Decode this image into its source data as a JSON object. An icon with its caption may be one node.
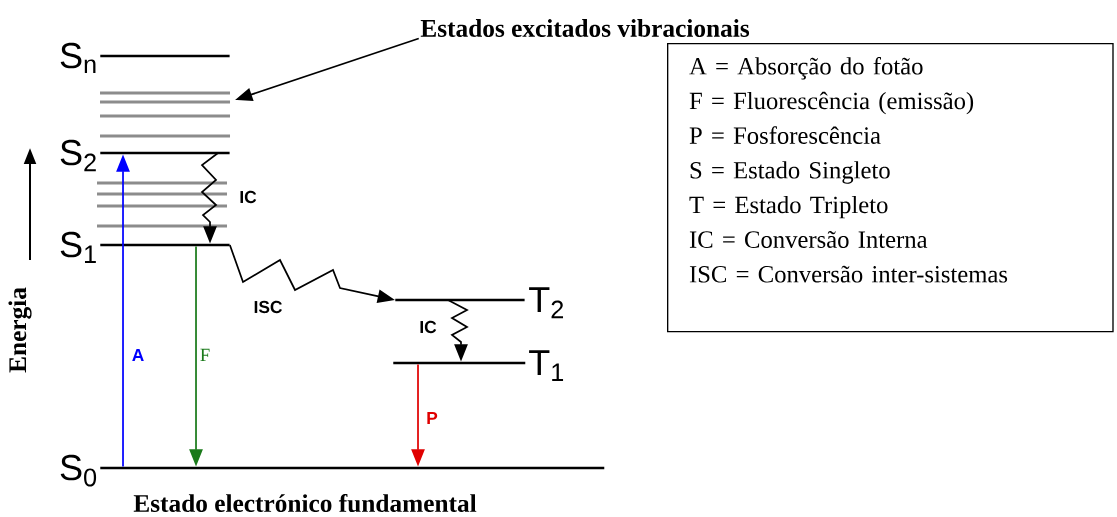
{
  "diagram": {
    "nodes": [
      {
        "text": [
          "S$_{n}$"
        ]
      },
      {
        "text": [
          "S$_{2}$"
        ]
      },
      {
        "text": [
          "S$_{1}$"
        ]
      },
      {
        "text": [
          "T$_{2}$"
        ]
      },
      {
        "text": [
          "T$_{1}$"
        ]
      },
      {
        "text": [
          "S$_{0}$"
        ],
        "beside": [
          "Estado electrónico fundamental"
        ]
      },
      {
        "text": [
          "Estados excitados vibracionais"
        ]
      },
      {
        "text": [
          "A = Absorção do fotão",
          "F = Fluorescência (emissão)",
          "P = Fosforescência",
          "S = Estado Singleto",
          "T = Estado Tripleto",
          "IC = Conversão Interna",
          "ISC = Conversão inter-sistemas"
        ]
      }
    ],
    "edges": [
      {
        "from": 5,
        "to": 1,
        "arrow": "to",
        "label": "A",
        "color": "#0000ff"
      },
      {
        "from": 2,
        "to": 5,
        "arrow": "to",
        "label": "F",
        "color": "#1a7a1a"
      },
      {
        "from": 4,
        "to": 5,
        "arrow": "to",
        "label": "P",
        "color": "#e00000"
      },
      {
        "from": 1,
        "to": 2,
        "arrow": "to",
        "label": "IC"
      },
      {
        "from": 2,
        "to": 3,
        "arrow": "to",
        "label": "ISC"
      },
      {
        "from": 3,
        "to": 4,
        "arrow": "to",
        "label": "IC"
      },
      {
        "from": 6,
        "to": null,
        "arrow": "to"
      }
    ],
    "labels": [
      "Energia"
    ]
  }
}
